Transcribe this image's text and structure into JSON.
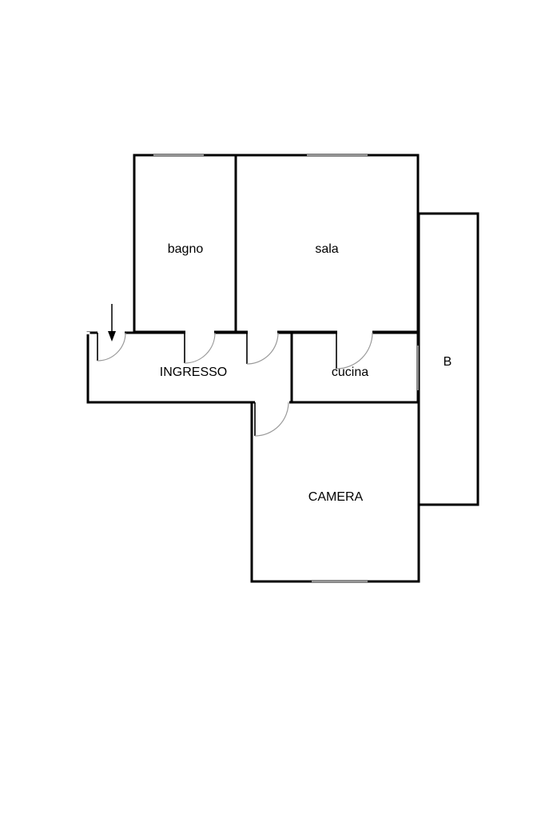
{
  "rooms": {
    "bagno": "bagno",
    "sala": "sala",
    "ingresso": "INGRESSO",
    "cucina": "cucina",
    "balcone": "B",
    "camera": "CAMERA"
  }
}
